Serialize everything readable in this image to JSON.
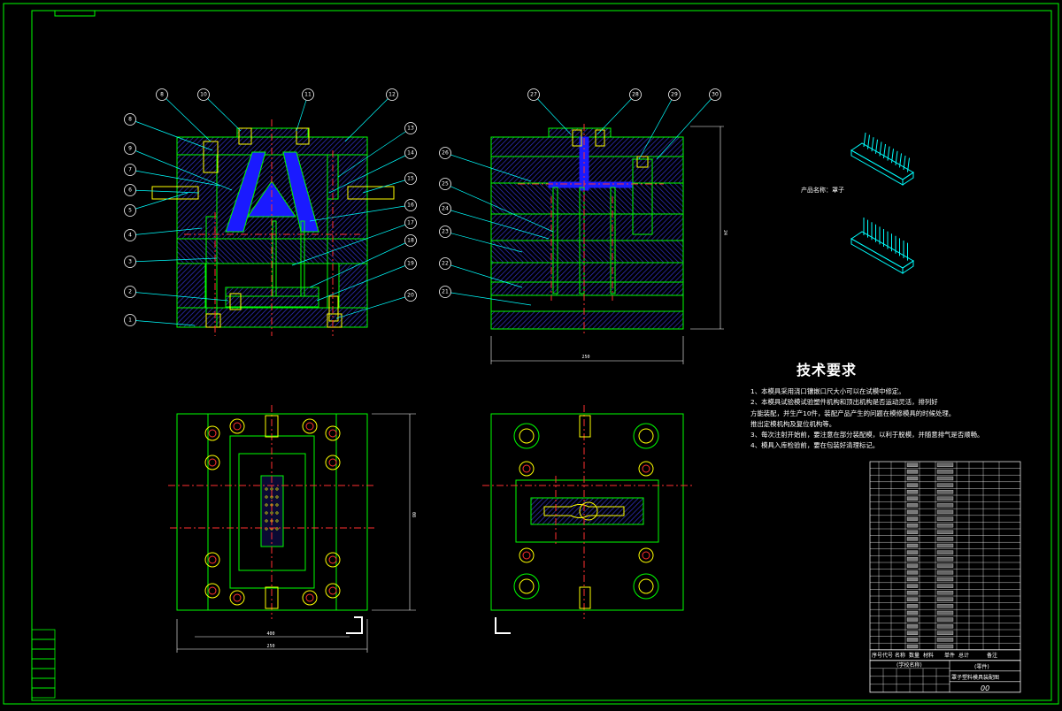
{
  "colors": {
    "background": "#000000",
    "frame": "#00ff00",
    "outline": "#00ff00",
    "hatch": "#3333cc",
    "part_blue": "#1a1aff",
    "centerline": "#ff3030",
    "leader": "#00ffff",
    "bolt": "#ffff00",
    "dimension": "#ffffff",
    "product": "#00ffff"
  },
  "technical_requirements": {
    "title": "技术要求",
    "lines": [
      "1、本模具采用浇口镶嵌口尺大小可以在试模中修定。",
      "2、本模具试验模试验塑件机构和顶出机构是否运动灵活，排列好",
      "方能装配，并生产10件，装配产品产生的问题在模修模具的时候处理。",
      "推出定模机构及复位机构等。",
      "3、每次注射开始前，要注意在部分装配模，以利于脱模，并随意排气是否顺畅。",
      "4、模具入库检验前，要在包装好清理标记。"
    ]
  },
  "product_name_label": "产品名称：罩子",
  "front_view": {
    "left_bubbles": [
      "8",
      "9",
      "7",
      "6",
      "5",
      "4",
      "3",
      "2",
      "1"
    ],
    "top_bubbles": [
      "8",
      "10",
      "11",
      "12"
    ],
    "right_bubbles": [
      "13",
      "14",
      "15",
      "16",
      "17",
      "18",
      "19",
      "20"
    ]
  },
  "side_view": {
    "top_bubbles": [
      "27",
      "28",
      "29",
      "30"
    ],
    "left_bubbles": [
      "26",
      "25",
      "24",
      "23",
      "22",
      "21"
    ]
  },
  "dimensions": {
    "side_width": "250",
    "side_height": "24",
    "bottom_inner": "400",
    "bottom_outer": "250",
    "bottom_height": "08"
  },
  "title_block": {
    "drawing_title": "(零件)",
    "company": "(学校名称)",
    "drawing_name": "罩子塑料模具装配图",
    "code": "00",
    "bom_header": [
      "序号",
      "代号",
      "名称",
      "数量",
      "材料",
      "单件",
      "总计",
      "备注"
    ]
  }
}
